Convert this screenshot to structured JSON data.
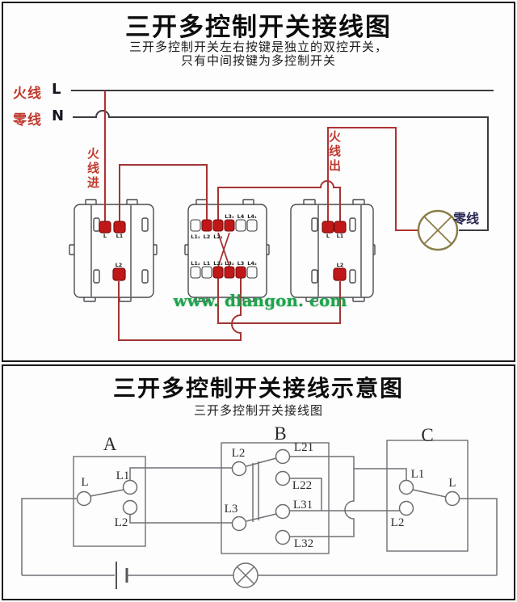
{
  "colors": {
    "terminal_red": "#c01818",
    "wire_red": "#a23434",
    "wire_dark": "#3b3b41",
    "lamp_olive": "#8a7c48",
    "watermark_green": "#1fa24c",
    "label_red": "#c03a2e",
    "label_navy": "#2a2a55"
  },
  "panel1": {
    "title": "三开多控制开关接线图",
    "subtitle1": "三开多控制开关左右按键是独立的双控开关，",
    "subtitle2": "只有中间按键为多控制开关",
    "live_label": "火线",
    "live_letter": "L",
    "neutral_label": "零线",
    "neutral_letter": "N",
    "live_in": "火线进",
    "live_out": "火线出",
    "neutral_out": "零线",
    "watermark": "www. diangon. com",
    "sw1": {
      "t_l": "L",
      "t_l1": "L1",
      "t_l2": "L2"
    },
    "sw2": {
      "top_lower": [
        "L1₁",
        "L2",
        "L2₁"
      ],
      "top_upper": [
        "L3₁",
        "L4",
        "L4₁"
      ],
      "bottom": [
        "L1₂",
        "L1",
        "L2₂",
        "L3₂",
        "L3",
        "L4₂"
      ]
    },
    "sw3": {
      "t_l": "L",
      "t_l1": "L1",
      "t_l2": "L2"
    }
  },
  "panel2": {
    "title": "三开多控制开关接线示意图",
    "subtitle": "三开多控制开关接线图",
    "gangs": [
      "A",
      "B",
      "C"
    ],
    "sa": {
      "l": "L",
      "l1": "L1",
      "l2": "L2"
    },
    "sb": {
      "l2": "L2",
      "l3": "L3",
      "l21": "L21",
      "l22": "L22",
      "l31": "L31",
      "l32": "L32"
    },
    "sc": {
      "l1": "L1",
      "l2": "L2",
      "l": "L"
    }
  }
}
